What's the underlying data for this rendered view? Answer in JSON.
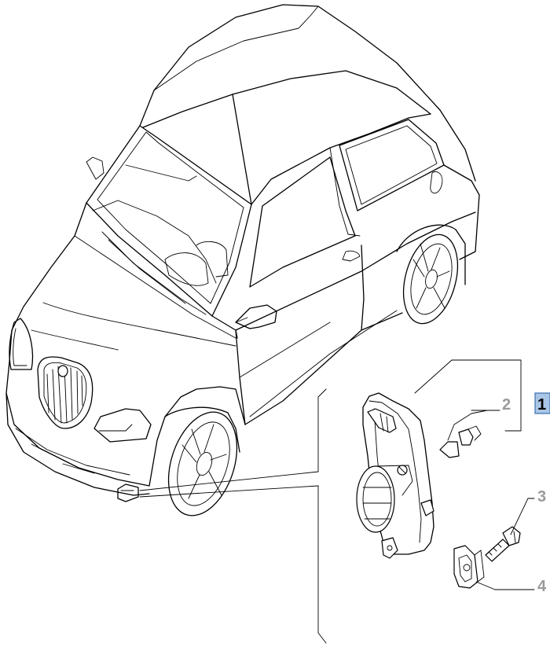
{
  "diagram": {
    "callouts": [
      {
        "id": "1",
        "label": "1",
        "highlighted": true
      },
      {
        "id": "2",
        "label": "2",
        "highlighted": false
      },
      {
        "id": "3",
        "label": "3",
        "highlighted": false
      },
      {
        "id": "4",
        "label": "4",
        "highlighted": false
      }
    ],
    "colors": {
      "line": "#000000",
      "callout_text": "#9a9a9a",
      "highlight_fill": "#a9c6e6",
      "highlight_border": "#3b6fb0",
      "background": "#ffffff"
    }
  }
}
